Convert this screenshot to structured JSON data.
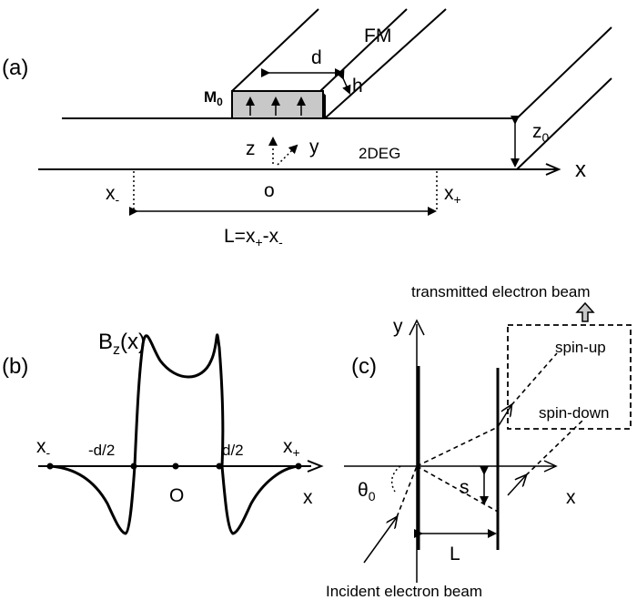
{
  "panel_a": {
    "label": "(a)",
    "fm": "FM",
    "d": "d",
    "h": "h",
    "m0": "M",
    "m0_sub": "0",
    "z0": "z",
    "z0_sub": "0",
    "z": "z",
    "y": "y",
    "twodeg": "2DEG",
    "x_axis": "x",
    "x_minus": "x",
    "x_minus_sub": "-",
    "origin": "o",
    "x_plus": "x",
    "x_plus_sub": "+",
    "L_eq_a": "L=x",
    "L_eq_sub1": "+",
    "L_eq_b": "-x",
    "L_eq_sub2": "-"
  },
  "panel_b": {
    "label": "(b)",
    "bz": "B",
    "bz_sub": "z",
    "bz_arg": "(x)",
    "x_minus": "x",
    "x_minus_sub": "-",
    "neg_d2": "-d/2",
    "origin": "O",
    "d2": "d/2",
    "x_plus": "x",
    "x_plus_sub": "+",
    "x_axis": "x"
  },
  "panel_c": {
    "label": "(c)",
    "transmitted": "transmitted electron beam",
    "spin_up": "spin-up",
    "spin_down": "spin-down",
    "y_axis": "y",
    "x_axis": "x",
    "theta": "θ",
    "theta_sub": "0",
    "s": "s",
    "L": "L",
    "incident": "Incident electron beam"
  }
}
